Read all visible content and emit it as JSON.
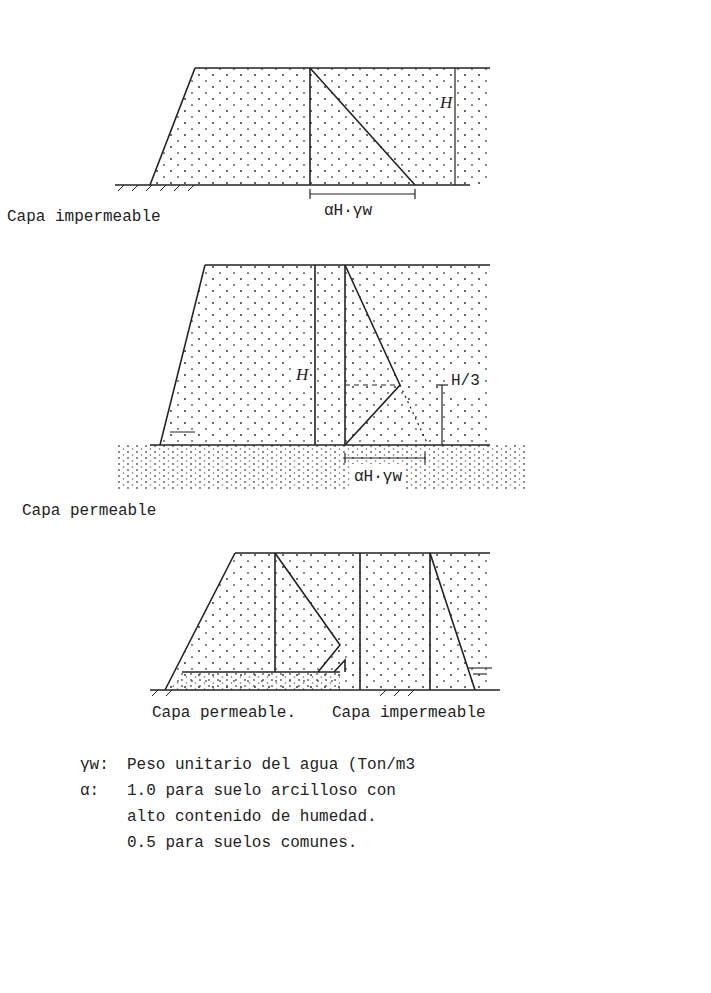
{
  "diagram": {
    "labels": [
      "H",
      "αH·γw",
      "Capa impermeable",
      "H",
      "H/3",
      "αH·γw",
      "Capa permeable",
      "Capa permeable.",
      "Capa impermeable",
      "γw:",
      "Peso unitario del agua (Ton/m3",
      "α:",
      "1.0 para suelo arcilloso con alto contenido de humedad.",
      "0.5 para suelos comunes."
    ]
  }
}
